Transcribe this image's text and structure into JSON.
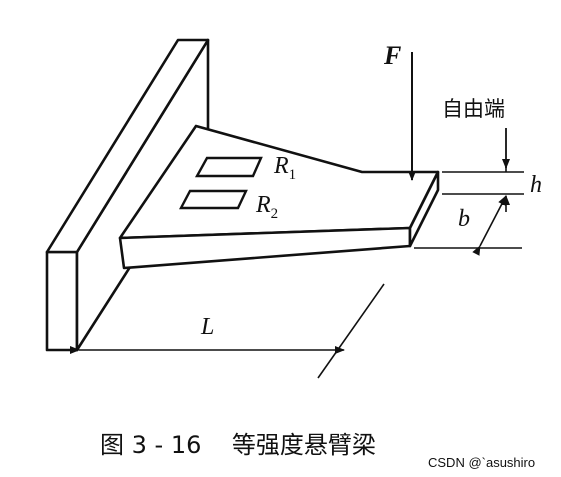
{
  "diagram": {
    "force_label": "F",
    "free_end_label": "自由端",
    "gauge_1": {
      "letter": "R",
      "sub": "1"
    },
    "gauge_2": {
      "letter": "R",
      "sub": "2"
    },
    "thickness_label": "h",
    "width_label": "b",
    "length_label": "L"
  },
  "caption": "图 3 - 16    等强度悬臂梁",
  "watermark": "CSDN @`asushiro"
}
